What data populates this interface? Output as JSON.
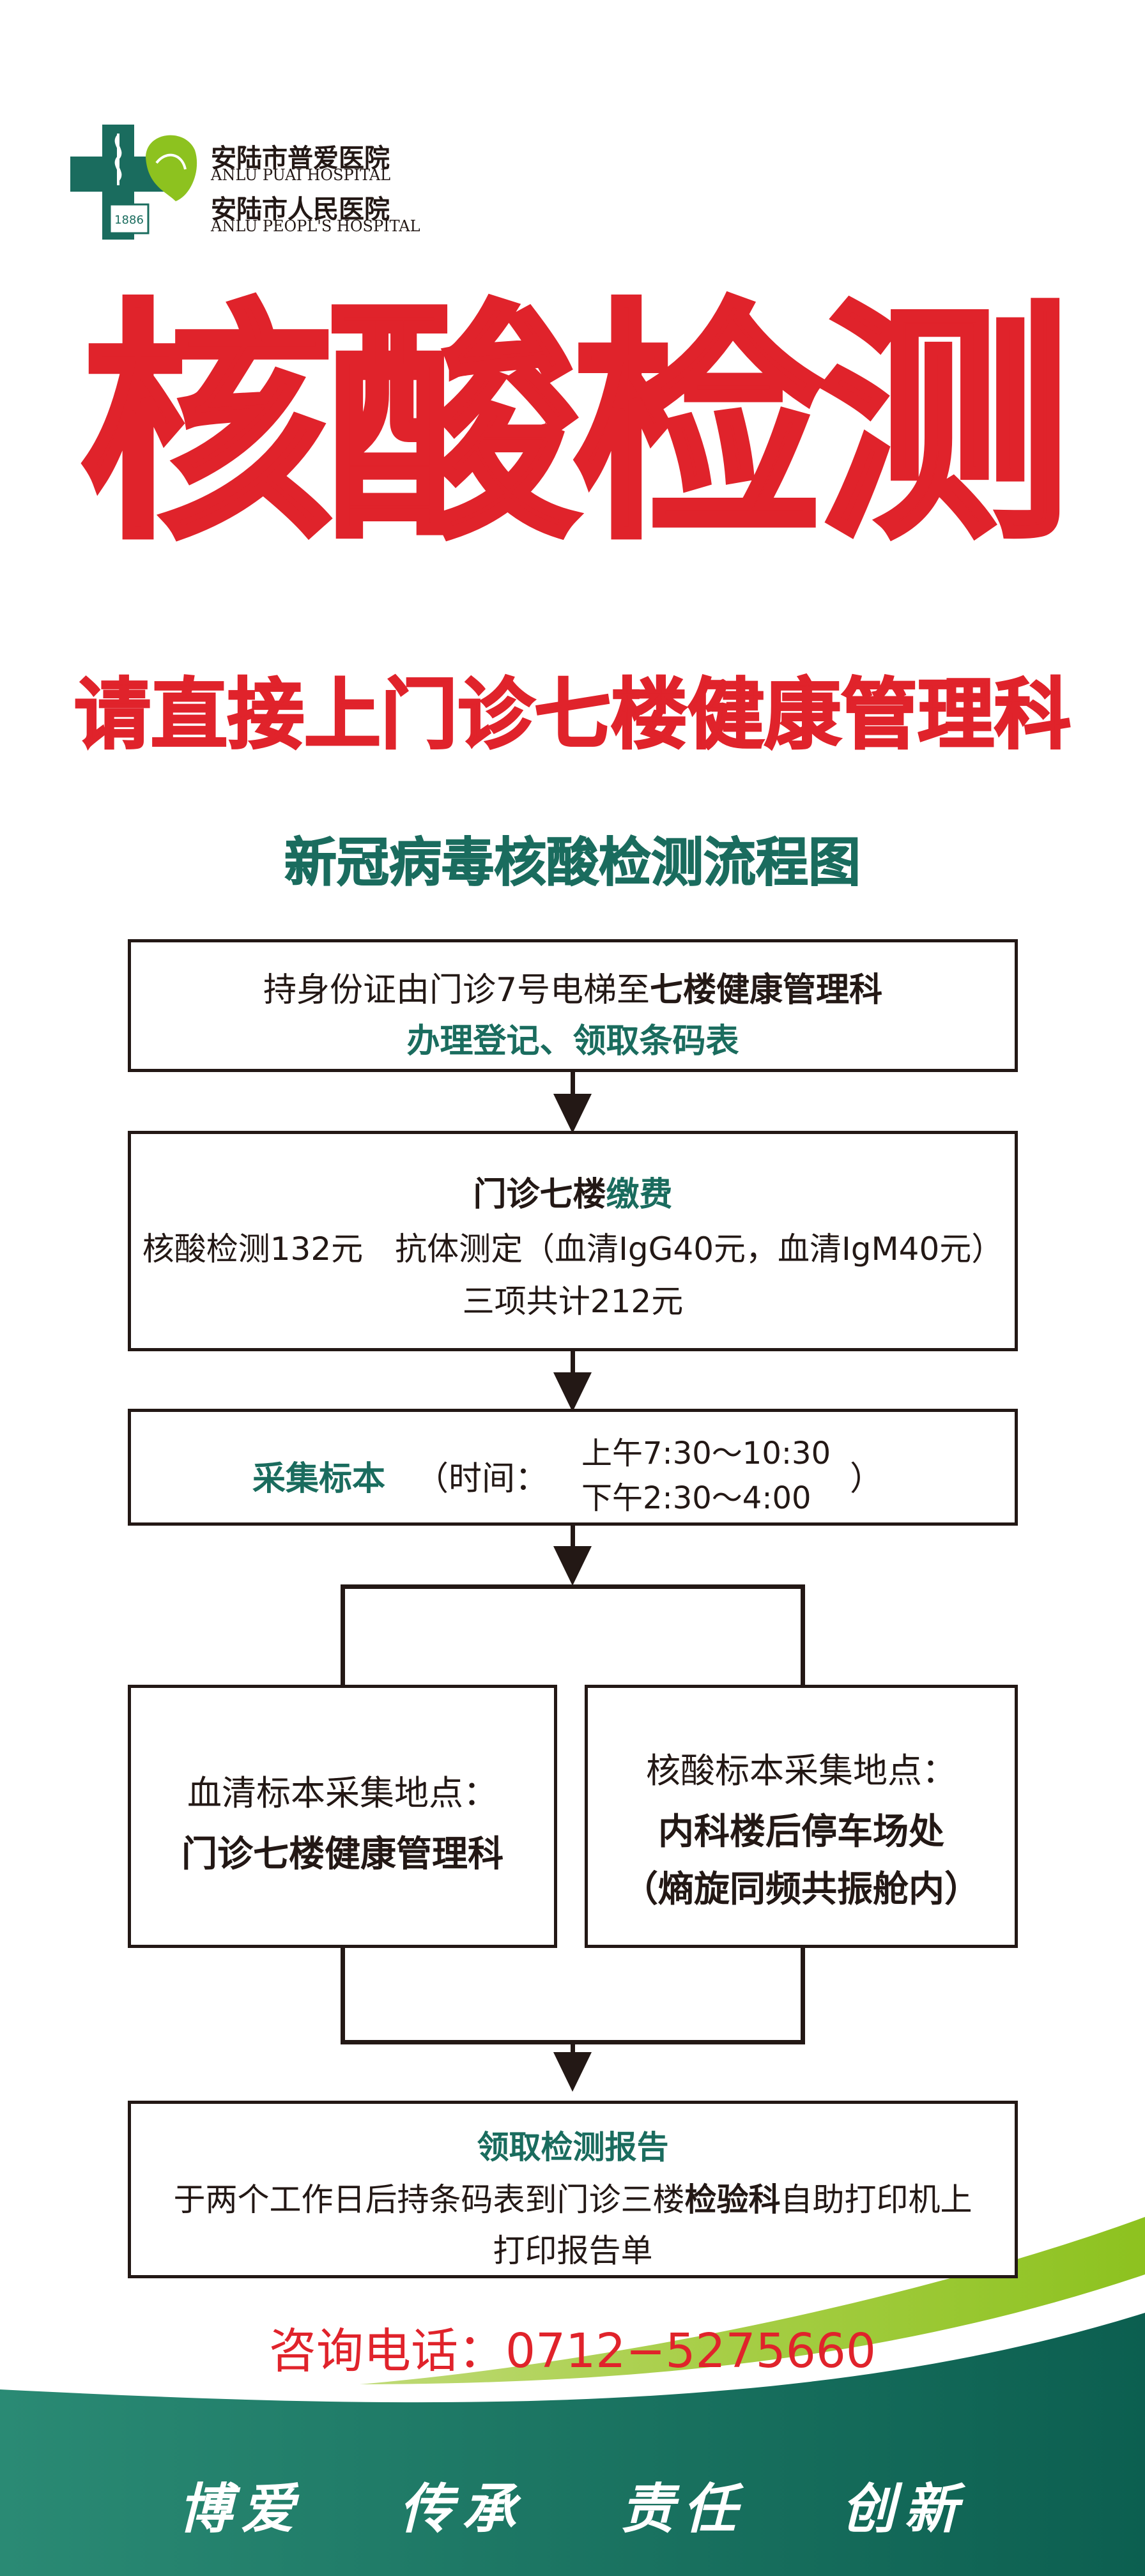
{
  "logo": {
    "name_cn_1": "安陆市普爱医院",
    "name_en_1": "ANLU PUAI HOSPITAL",
    "name_cn_2": "安陆市人民医院",
    "name_en_2": "ANLU PEOPL'S HOSPITAL",
    "year": "1886"
  },
  "title": "核酸检测",
  "subtitle": "请直接上门诊七楼健康管理科",
  "flow_title": "新冠病毒核酸检测流程图",
  "step1": {
    "line1_prefix": "持身份证由门诊7号电梯至",
    "line1_strong": "七楼健康管理科",
    "line2": "办理登记、领取条码表"
  },
  "step2": {
    "line1_prefix": "门诊七楼",
    "line1_teal": "缴费",
    "line2": "核酸检测132元　抗体测定（血清IgG40元，血清IgM40元）",
    "line3": "三项共计212元"
  },
  "step3": {
    "label": "采集标本",
    "time_open": "（时间：",
    "time_am": "上午7:30～10:30",
    "time_pm": "下午2:30～4:00",
    "time_close": "）"
  },
  "step4_left": {
    "line1": "血清标本采集地点：",
    "line2": "门诊七楼健康管理科"
  },
  "step4_right": {
    "line1": "核酸标本采集地点：",
    "line2": "内科楼后停车场处",
    "line3": "（熵旋同频共振舱内）"
  },
  "step5": {
    "line1": "领取检测报告",
    "line2_prefix": "于两个工作日后持条码表到门诊三楼",
    "line2_strong": "检验科",
    "line2_suffix": "自助打印机上",
    "line3": "打印报告单"
  },
  "phone": "咨询电话：0712−5275660",
  "motto": [
    "博爱",
    "传承",
    "责任",
    "创新"
  ],
  "colors": {
    "red": "#e0232b",
    "teal": "#1a6c5e",
    "footer_green": "#0e6b5a",
    "accent_lime": "#8dc21f"
  }
}
